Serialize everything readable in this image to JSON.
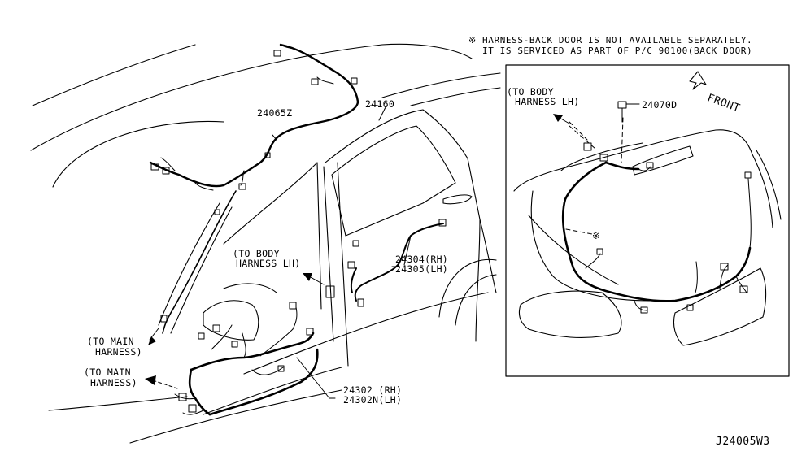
{
  "note": {
    "line1": "※ HARNESS-BACK DOOR IS NOT AVAILABLE SEPARATELY.",
    "line2": "IT IS SERVICED AS PART OF P/C 90100(BACK DOOR)"
  },
  "labels": {
    "part_24065z": "24065Z",
    "part_24160": "24160",
    "part_24070d": "24070D",
    "front": "FRONT",
    "to_body_lh_left_1": "(TO BODY",
    "to_body_lh_left_2": "HARNESS LH)",
    "to_body_lh_inset_1": "(TO BODY",
    "to_body_lh_inset_2": "HARNESS LH)",
    "part_24304": "24304(RH)",
    "part_24305": "24305(LH)",
    "to_main_1_a": "(TO MAIN",
    "to_main_1_b": "HARNESS)",
    "to_main_2_a": "(TO MAIN",
    "to_main_2_b": "HARNESS)",
    "part_24302": "24302 (RH)",
    "part_24302n": "24302N(LH)",
    "inset_asterisk": "※",
    "diagram_code": "J24005W3"
  }
}
